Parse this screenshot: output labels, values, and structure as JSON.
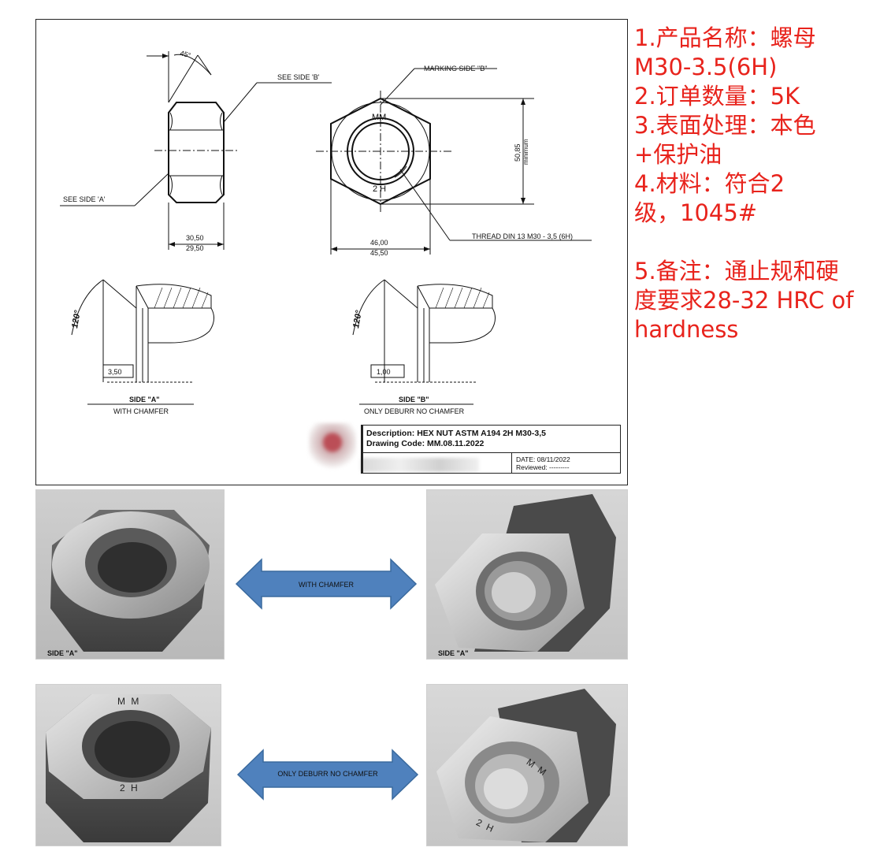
{
  "drawing": {
    "angle_45": "45°",
    "see_side_b": "SEE SIDE 'B'",
    "see_side_a": "SEE SIDE 'A'",
    "marking_side_b": "MARKING SIDE \"B\"",
    "mark_mm": "MM",
    "mark_2h": "2 H",
    "dim_height_max": "30,50",
    "dim_height_min": "29,50",
    "dim_af_max": "46,00",
    "dim_af_min": "45,50",
    "dim_corners_value": "50,85",
    "dim_corners_note": "minimum",
    "thread_note": "THREAD DIN 13 M30 - 3,5 (6H)",
    "angle_120": "120°",
    "dim_side_a": "3,50",
    "dim_side_b": "1,00",
    "side_a_title": "SIDE \"A\"",
    "side_a_sub": "WITH CHAMFER",
    "side_b_title": "SIDE \"B\"",
    "side_b_sub": "ONLY DEBURR NO CHAMFER"
  },
  "title_block": {
    "description_label": "Description:",
    "description_value": "HEX NUT ASTM A194 2H M30-3,5",
    "drawing_code_label": "Drawing Code:",
    "drawing_code_value": "MM.08.11.2022",
    "date": "DATE: 08/11/2022",
    "reviewed": "Reviewed: ---------"
  },
  "notes": {
    "line1": "1.产品名称：螺母",
    "line2": "M30-3.5(6H)",
    "line3": "2.订单数量：5K",
    "line4": "3.表面处理：本色",
    "line5": "+保护油",
    "line6": "4.材料：符合2",
    "line7": "级，1045#",
    "line8": "5.备注：通止规和硬",
    "line9": "度要求28-32 HRC of",
    "line10": "hardness"
  },
  "photos": {
    "top_left_label": "SIDE \"A\"",
    "top_right_label": "SIDE \"A\"",
    "arrow_top_label": "WITH CHAMFER",
    "arrow_bottom_label": "ONLY DEBURR NO CHAMFER",
    "bottom_left_mark_top": "M M",
    "bottom_left_mark_bottom": "2 H",
    "bottom_right_mark_top": "M M",
    "bottom_right_mark_bottom": "2 H"
  },
  "colors": {
    "note_red": "#e8231c",
    "arrow_blue": "#4f81bd",
    "arrow_stroke": "#3a6a9e"
  }
}
